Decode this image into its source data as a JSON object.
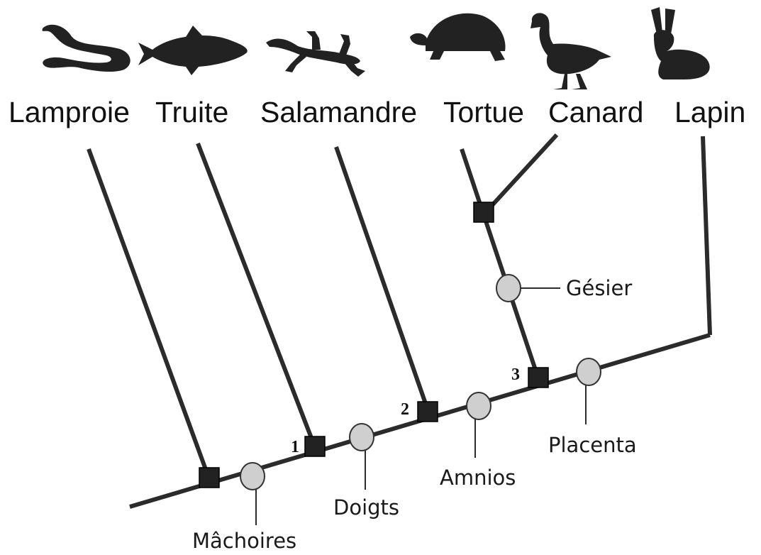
{
  "taxa": [
    {
      "label": "Lamproie",
      "icon": "lamprey-icon"
    },
    {
      "label": "Truite",
      "icon": "trout-icon"
    },
    {
      "label": "Salamandre",
      "icon": "salamander-icon"
    },
    {
      "label": "Tortue",
      "icon": "turtle-icon"
    },
    {
      "label": "Canard",
      "icon": "duck-icon"
    },
    {
      "label": "Lapin",
      "icon": "rabbit-icon"
    }
  ],
  "traits": [
    {
      "label": "Mâchoires"
    },
    {
      "label": "Doigts"
    },
    {
      "label": "Amnios"
    },
    {
      "label": "Placenta"
    },
    {
      "label": "Gésier"
    }
  ],
  "nodes": [
    {
      "label": "1"
    },
    {
      "label": "2"
    },
    {
      "label": "3"
    }
  ],
  "colors": {
    "branch": "#2b2b2b",
    "trait_marker": "#cfcfcf",
    "node_marker": "#222222"
  }
}
